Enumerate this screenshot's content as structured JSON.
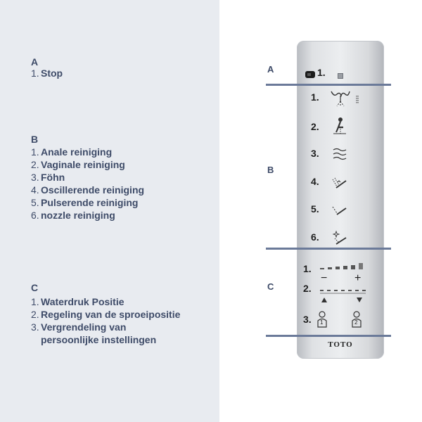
{
  "sections": {
    "A": {
      "letter": "A",
      "items": [
        {
          "num": "1.",
          "label": "Stop"
        }
      ]
    },
    "B": {
      "letter": "B",
      "items": [
        {
          "num": "1.",
          "label": "Anale reiniging"
        },
        {
          "num": "2.",
          "label": "Vaginale reiniging"
        },
        {
          "num": "3.",
          "label": "Föhn"
        },
        {
          "num": "4.",
          "label": "Oscillerende reiniging"
        },
        {
          "num": "5.",
          "label": "Pulserende reiniging"
        },
        {
          "num": "6.",
          "label": "nozzle reiniging"
        }
      ]
    },
    "C": {
      "letter": "C",
      "items": [
        {
          "num": "1.",
          "label": "Waterdruk Positie"
        },
        {
          "num": "2.",
          "label": "Regeling van de sproeipositie"
        },
        {
          "num": "3.",
          "label": "Vergrendeling van",
          "label_cont": "persoonlijke instellingen"
        }
      ]
    }
  },
  "remote": {
    "section_letters": [
      "A",
      "B",
      "C"
    ],
    "button_numbers": {
      "a1": "1.",
      "b1": "1.",
      "b2": "2.",
      "b3": "3.",
      "b4": "4.",
      "b5": "5.",
      "b6": "6.",
      "c1": "1.",
      "c2": "2.",
      "c3": "3."
    },
    "c1_minus": "−",
    "c1_plus": "+",
    "c3_user1": "1",
    "c3_user2": "2",
    "brand": "TOTO"
  },
  "colors": {
    "left_background": "#e8ebf0",
    "text": "#3e4b68",
    "divider": "#6b7a99"
  },
  "icons": {
    "a1": "stop-icon",
    "b1": "rear-wash-icon",
    "b2": "front-wash-icon",
    "b3": "dryer-icon",
    "b4": "oscillating-wash-icon",
    "b5": "pulsating-wash-icon",
    "b6": "nozzle-cleaning-icon",
    "c1": "water-pressure-icon",
    "c2": "nozzle-position-icon",
    "c3": "user-profile-icon"
  }
}
